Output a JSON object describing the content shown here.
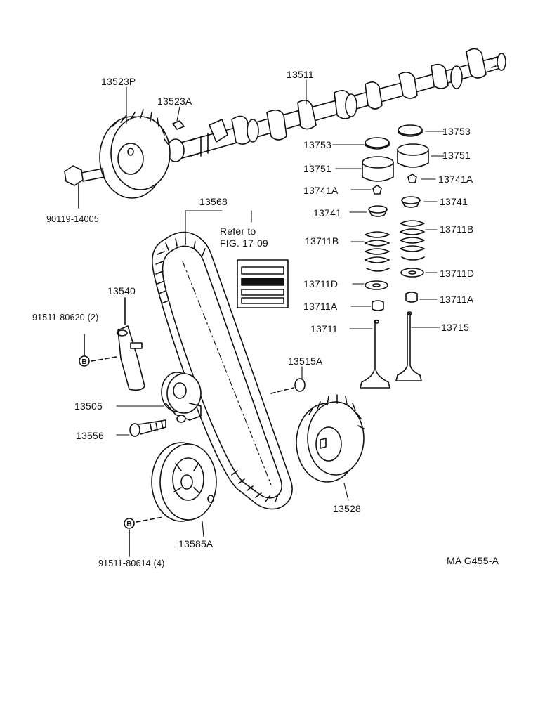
{
  "labels": {
    "p13523P": "13523P",
    "p13523A": "13523A",
    "p13511": "13511",
    "p90119": "90119-14005",
    "p13568": "13568",
    "p13753a": "13753",
    "p13753b": "13753",
    "p13751a": "13751",
    "p13751b": "13751",
    "p13741Aa": "13741A",
    "p13741Ab": "13741A",
    "p13741a": "13741",
    "p13741b": "13741",
    "p13711Ba": "13711B",
    "p13711Bb": "13711B",
    "p13711Da": "13711D",
    "p13711Db": "13711D",
    "p13711Aa": "13711A",
    "p13711Ab": "13711A",
    "p13711": "13711",
    "p13715": "13715",
    "p13540": "13540",
    "p91511_80620": "91511-80620 (2)",
    "p13515A": "13515A",
    "p13505": "13505",
    "p13556": "13556",
    "p13528": "13528",
    "p13585A": "13585A",
    "p91511_80614": "91511-80614 (4)",
    "code": "MA  G455-A"
  },
  "note": {
    "line1": "Refer to",
    "line2": "FIG. 17-09"
  },
  "symbols": {
    "bolt_marker": "B"
  }
}
